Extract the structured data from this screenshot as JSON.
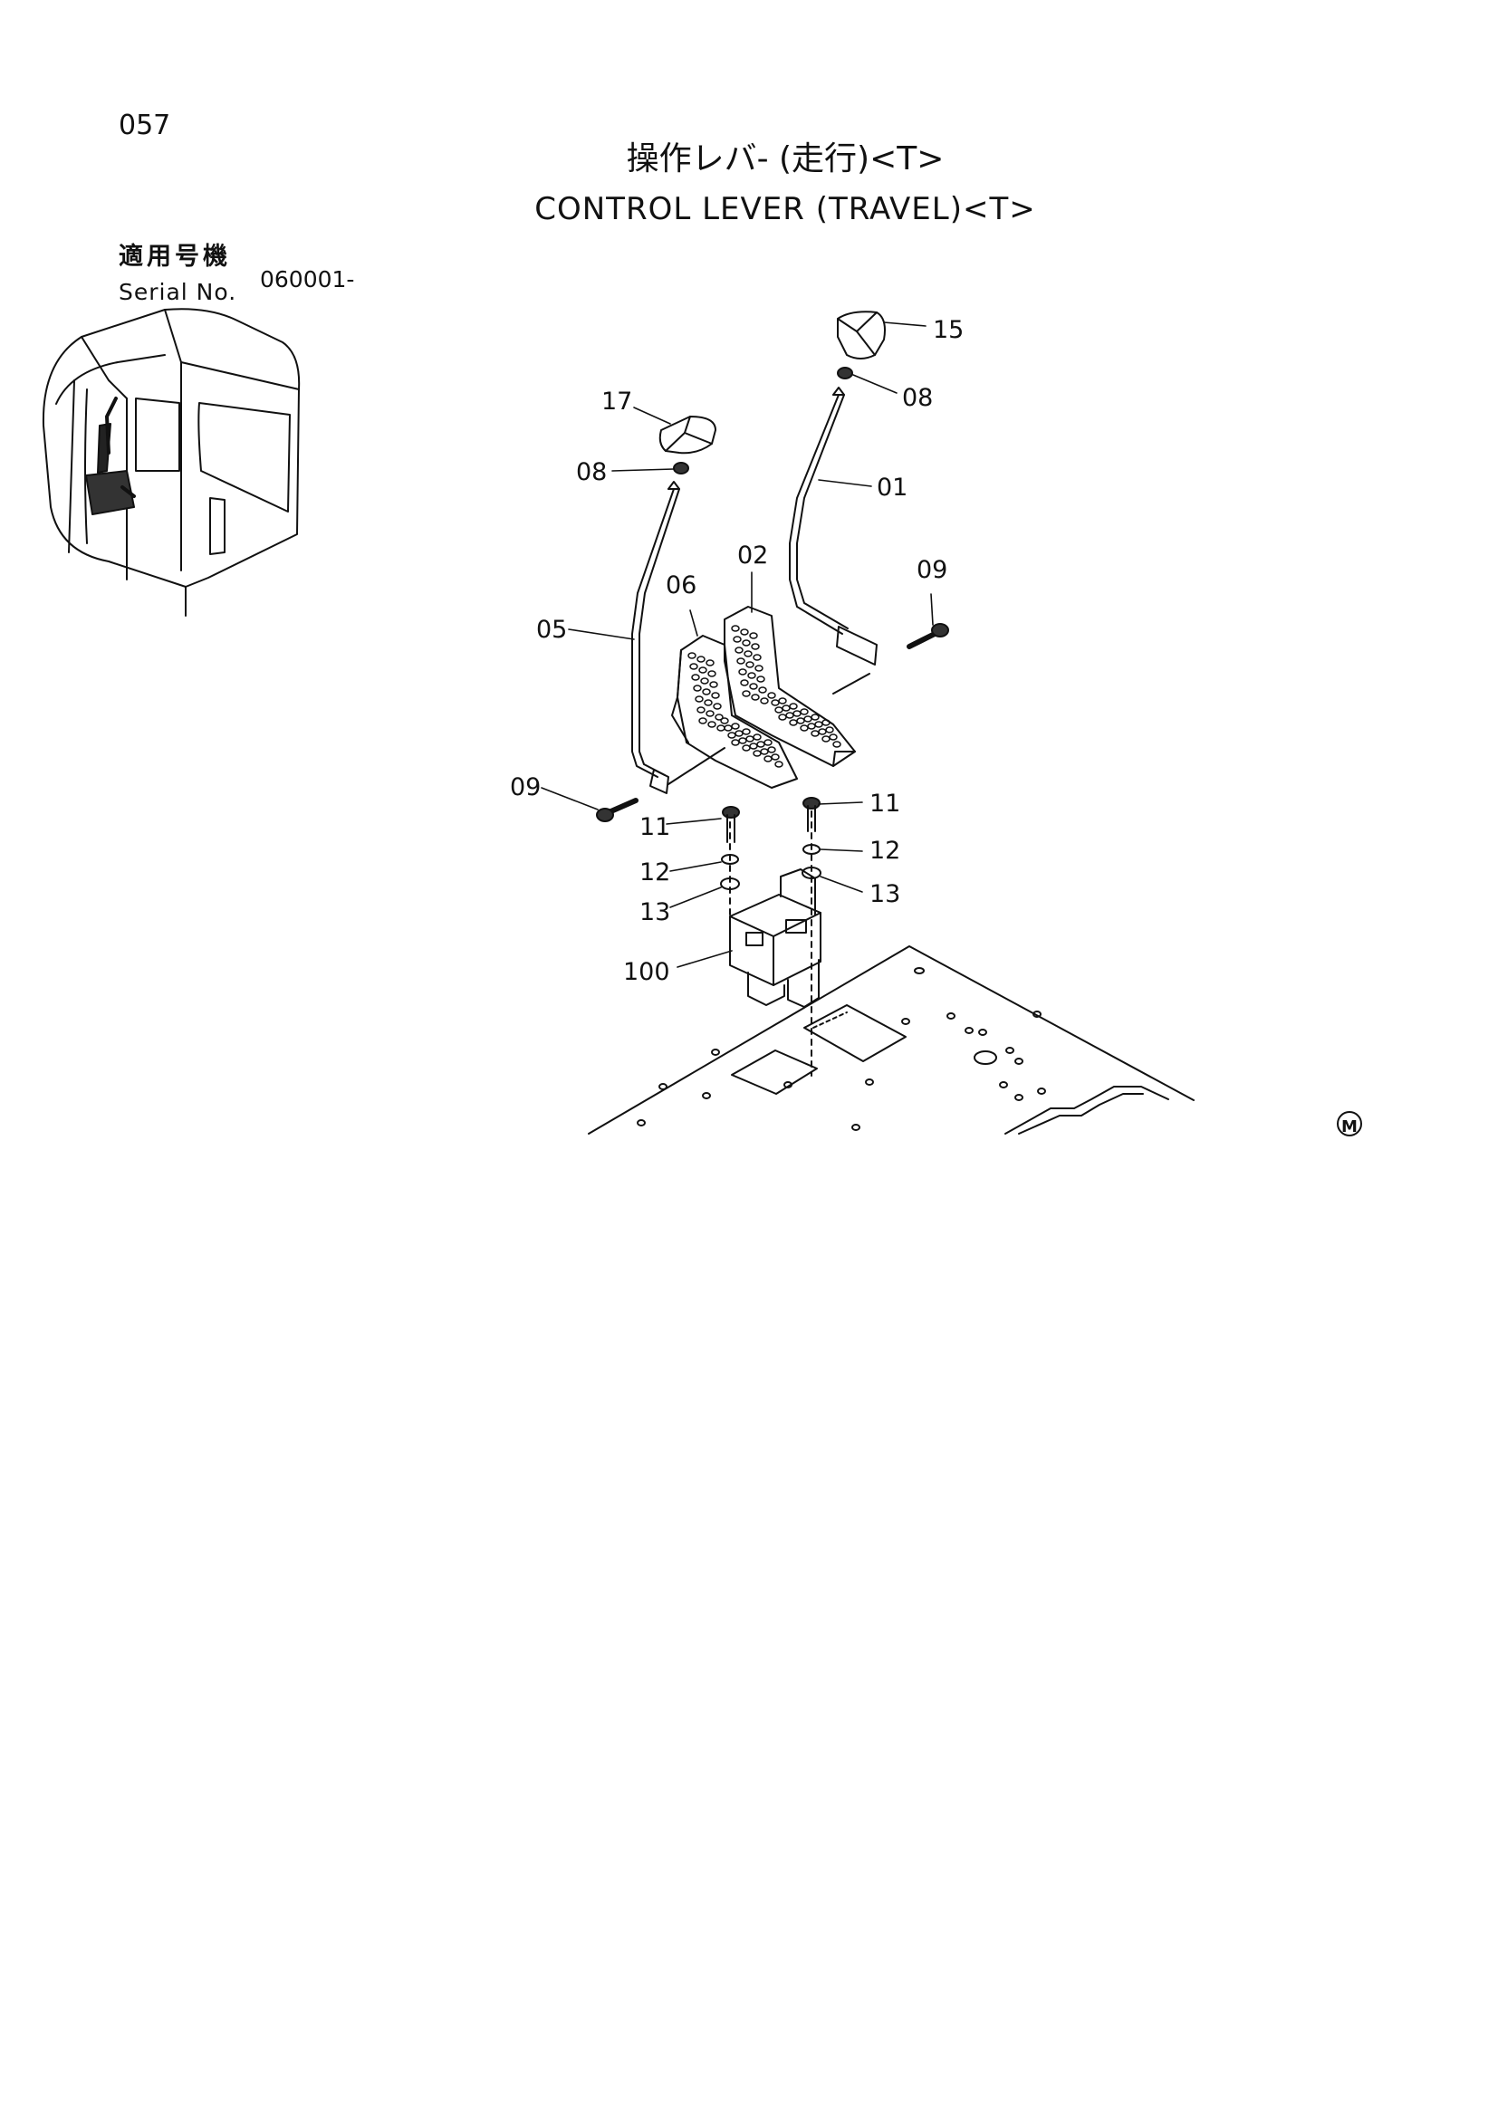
{
  "header": {
    "page_number": "057",
    "title_jp": "操作レバ- (走行)<T>",
    "title_en": "CONTROL LEVER (TRAVEL)<T>"
  },
  "serial": {
    "label_jp": "適用号機",
    "label_en": "Serial No.",
    "value": "060001-"
  },
  "callouts": {
    "c15": "15",
    "c08_right": "08",
    "c17": "17",
    "c08_left": "08",
    "c01": "01",
    "c02": "02",
    "c09_right": "09",
    "c06": "06",
    "c05": "05",
    "c09_left": "09",
    "c11_left": "11",
    "c11_right": "11",
    "c12_left": "12",
    "c12_right": "12",
    "c13_left": "13",
    "c13_right": "13",
    "c100": "100"
  },
  "marks": {
    "m_symbol": "M"
  }
}
